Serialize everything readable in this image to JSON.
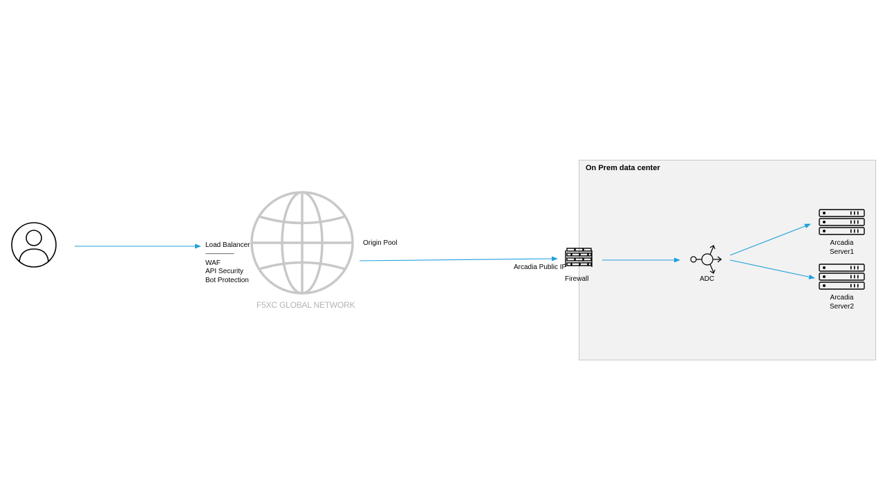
{
  "diagram": {
    "user": {
      "icon": "user-icon"
    },
    "load_balancer": {
      "title": "Load Balancer",
      "separator": "--------------------",
      "features": [
        "WAF",
        "API Security",
        "Bot Protection"
      ]
    },
    "network": {
      "icon": "globe-icon",
      "label": "F5XC GLOBAL NETWORK"
    },
    "origin_pool": {
      "label": "Origin Pool"
    },
    "public_ip": {
      "label": "Arcadia Public IP"
    },
    "data_center": {
      "title": "On Prem data center"
    },
    "firewall": {
      "icon": "firewall-icon",
      "label": "Firewall"
    },
    "adc": {
      "icon": "adc-icon",
      "label": "ADC"
    },
    "servers": [
      {
        "icon": "server-icon",
        "line1": "Arcadia",
        "line2": "Server1"
      },
      {
        "icon": "server-icon",
        "line1": "Arcadia",
        "line2": "Server2"
      }
    ],
    "colors": {
      "arrow": "#1fa0dc",
      "icon_stroke": "#000000",
      "globe": "#c8c8c8",
      "panel_fill": "#f2f2f2",
      "panel_border": "#c8c8c8"
    }
  }
}
